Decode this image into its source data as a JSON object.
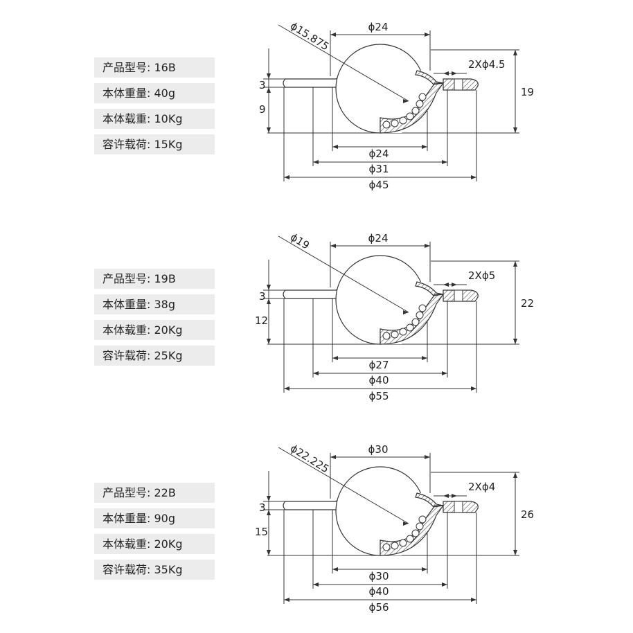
{
  "models": [
    {
      "specs": [
        {
          "label": "产品型号:",
          "value": "16B"
        },
        {
          "label": "本体重量:",
          "value": "40g"
        },
        {
          "label": "本体载重:",
          "value": "10Kg"
        },
        {
          "label": "容许载荷:",
          "value": "15Kg"
        }
      ],
      "dims": {
        "ball": "ϕ15.875",
        "top": "ϕ24",
        "holes": "2Xϕ4.5",
        "height": "19",
        "flange": "3",
        "body": "9",
        "d1": "ϕ24",
        "d2": "ϕ31",
        "d3": "ϕ45"
      }
    },
    {
      "specs": [
        {
          "label": "产品型号:",
          "value": "19B"
        },
        {
          "label": "本体重量:",
          "value": "38g"
        },
        {
          "label": "本体载重:",
          "value": "20Kg"
        },
        {
          "label": "容许载荷:",
          "value": "25Kg"
        }
      ],
      "dims": {
        "ball": "ϕ19",
        "top": "ϕ24",
        "holes": "2Xϕ5",
        "height": "22",
        "flange": "3",
        "body": "12",
        "d1": "ϕ27",
        "d2": "ϕ40",
        "d3": "ϕ55"
      }
    },
    {
      "specs": [
        {
          "label": "产品型号:",
          "value": "22B"
        },
        {
          "label": "本体重量:",
          "value": "90g"
        },
        {
          "label": "本体载重:",
          "value": "20Kg"
        },
        {
          "label": "容许载荷:",
          "value": "35Kg"
        }
      ],
      "dims": {
        "ball": "ϕ22.225",
        "top": "ϕ30",
        "holes": "2Xϕ4",
        "height": "26",
        "flange": "3",
        "body": "15",
        "d1": "ϕ30",
        "d2": "ϕ40",
        "d3": "ϕ56"
      }
    }
  ]
}
